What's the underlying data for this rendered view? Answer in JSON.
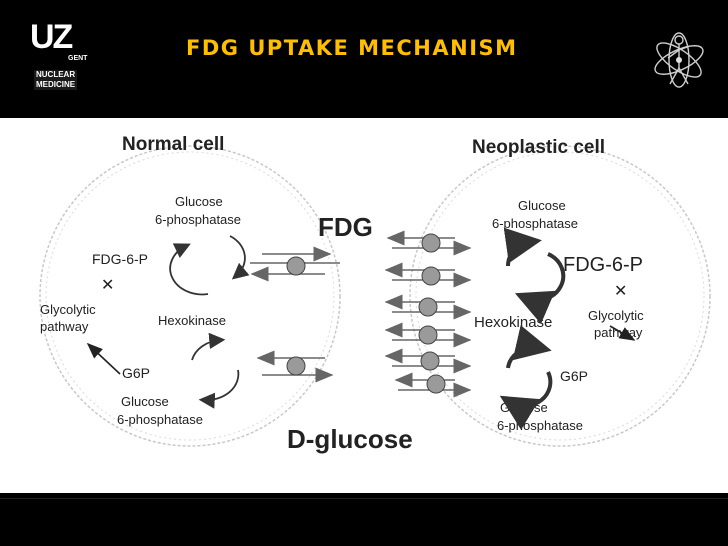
{
  "header": {
    "title": "FDG UPTAKE MECHANISM",
    "logo": {
      "brand": "UZ",
      "city": "GENT",
      "dept_line1": "NUCLEAR",
      "dept_line2": "MEDICINE"
    },
    "emblem_icon": "atom-figure-icon"
  },
  "diagram": {
    "normal_cell": {
      "title": "Normal cell",
      "top_enzyme_line1": "Glucose",
      "top_enzyme_line2": "6-phosphatase",
      "fdg6p": "FDG-6-P",
      "hexokinase": "Hexokinase",
      "g6p": "G6P",
      "pathway_line1": "Glycolytic",
      "pathway_line2": "pathway",
      "bottom_enzyme_line1": "Glucose",
      "bottom_enzyme_line2": "6-phosphatase"
    },
    "neoplastic_cell": {
      "title": "Neoplastic cell",
      "top_enzyme_line1": "Glucose",
      "top_enzyme_line2": "6-phosphatase",
      "fdg6p": "FDG-6-P",
      "hexokinase": "Hexokinase",
      "g6p": "G6P",
      "pathway_line1": "Glycolytic",
      "pathway_line2": "pathway",
      "bottom_enzyme_line1": "Glucose",
      "bottom_enzyme_line2": "6-phosphatase"
    },
    "fdg_label": "FDG",
    "dglucose_label": "D-glucose"
  },
  "colors": {
    "title": "#ffbe00",
    "background": "#000000",
    "diagram_bg": "#ffffff",
    "ink": "#222222",
    "transporter": "#9a9a9a"
  }
}
